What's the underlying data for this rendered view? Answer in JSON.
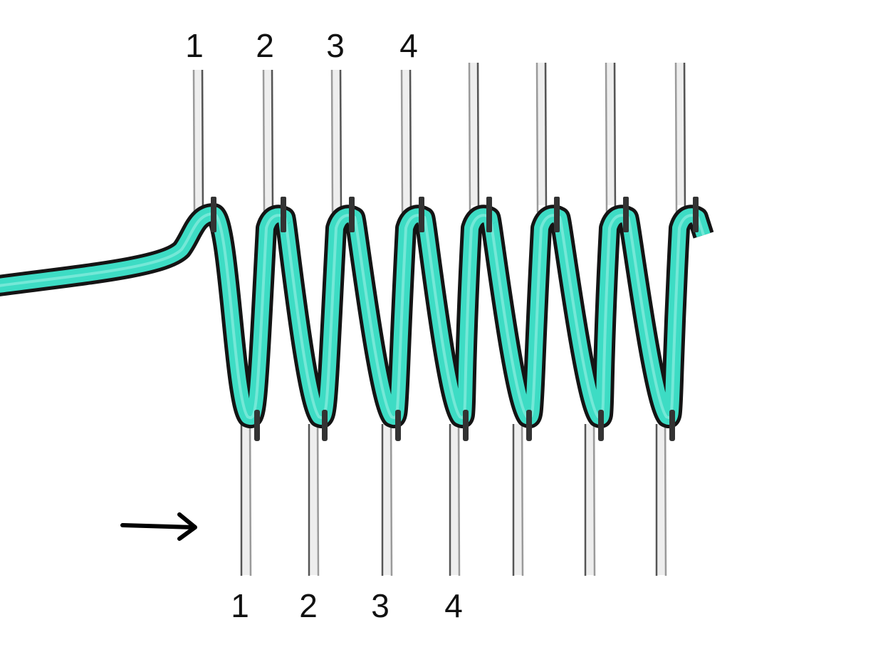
{
  "diagram": {
    "top_labels": [
      "1",
      "2",
      "3",
      "4"
    ],
    "bottom_labels": [
      "1",
      "2",
      "3",
      "4"
    ],
    "top_warp_count": 8,
    "bottom_warp_count": 7,
    "coil_turns": 8,
    "colors": {
      "weft": "#3ddcc4",
      "outline": "#141414",
      "warp": "#9a9a9a",
      "arrow": "#000000"
    }
  }
}
